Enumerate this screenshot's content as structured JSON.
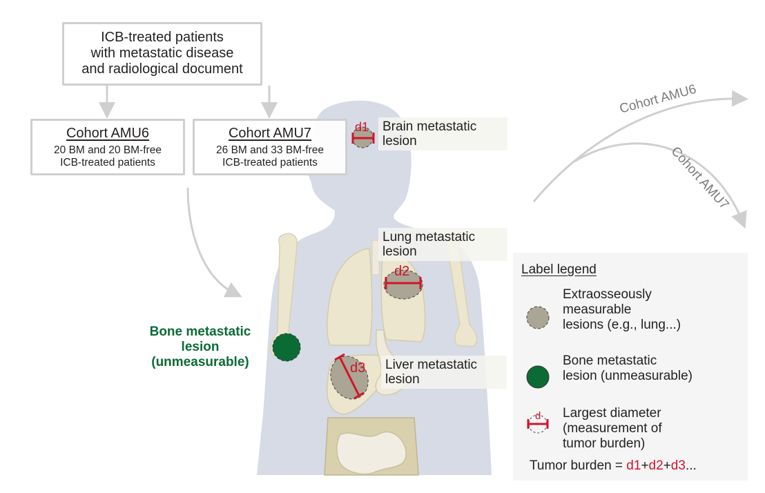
{
  "colors": {
    "arrow_gray": "#cfcfcf",
    "body_silhouette": "#d6dbe6",
    "lesion_fill": "#aaa594",
    "bone_lesion": "#0b6b35",
    "measure_red": "#d2142c",
    "organ_beige": "#ece6cf",
    "legend_bg": "#f5f5f5"
  },
  "flow": {
    "top_box": {
      "lines": [
        "ICB-treated patients",
        "with metastatic disease",
        "and radiological document"
      ]
    },
    "cohorts": [
      {
        "title": "Cohort AMU6",
        "lines": [
          "20 BM and 20 BM-free",
          "ICB-treated patients"
        ]
      },
      {
        "title": "Cohort AMU7",
        "lines": [
          "26 BM and 33 BM-free",
          "ICB-treated patients"
        ]
      }
    ]
  },
  "lesions": {
    "brain": {
      "marker": "d1",
      "label_lines": [
        "Brain metastatic",
        "lesion"
      ]
    },
    "lung": {
      "marker": "d2",
      "label_lines": [
        "Lung metastatic",
        "lesion"
      ]
    },
    "liver": {
      "marker": "d3",
      "label_lines": [
        "Liver metastatic",
        "lesion"
      ]
    },
    "bone": {
      "label_lines": [
        "Bone metastatic",
        "lesion",
        "(unmeasurable)"
      ]
    }
  },
  "split_arrows": {
    "upper": "Cohort AMU6",
    "lower": "Cohort AMU7"
  },
  "legend": {
    "title": "Label legend",
    "items": [
      {
        "icon": "gray-dashed-circle-icon",
        "lines": [
          "Extraosseously",
          "measurable",
          "lesions (e.g., lung...)"
        ]
      },
      {
        "icon": "green-circle-icon",
        "lines": [
          "Bone metastatic",
          "lesion (unmeasurable)"
        ]
      },
      {
        "icon": "diameter-measure-icon",
        "marker": "d",
        "lines": [
          "Largest diameter",
          "(measurement of",
          "tumor burden)"
        ]
      }
    ],
    "burden": {
      "prefix": "Tumor burden = ",
      "terms": [
        "d1",
        "+",
        "d2",
        "+",
        "d3",
        "..."
      ]
    }
  }
}
